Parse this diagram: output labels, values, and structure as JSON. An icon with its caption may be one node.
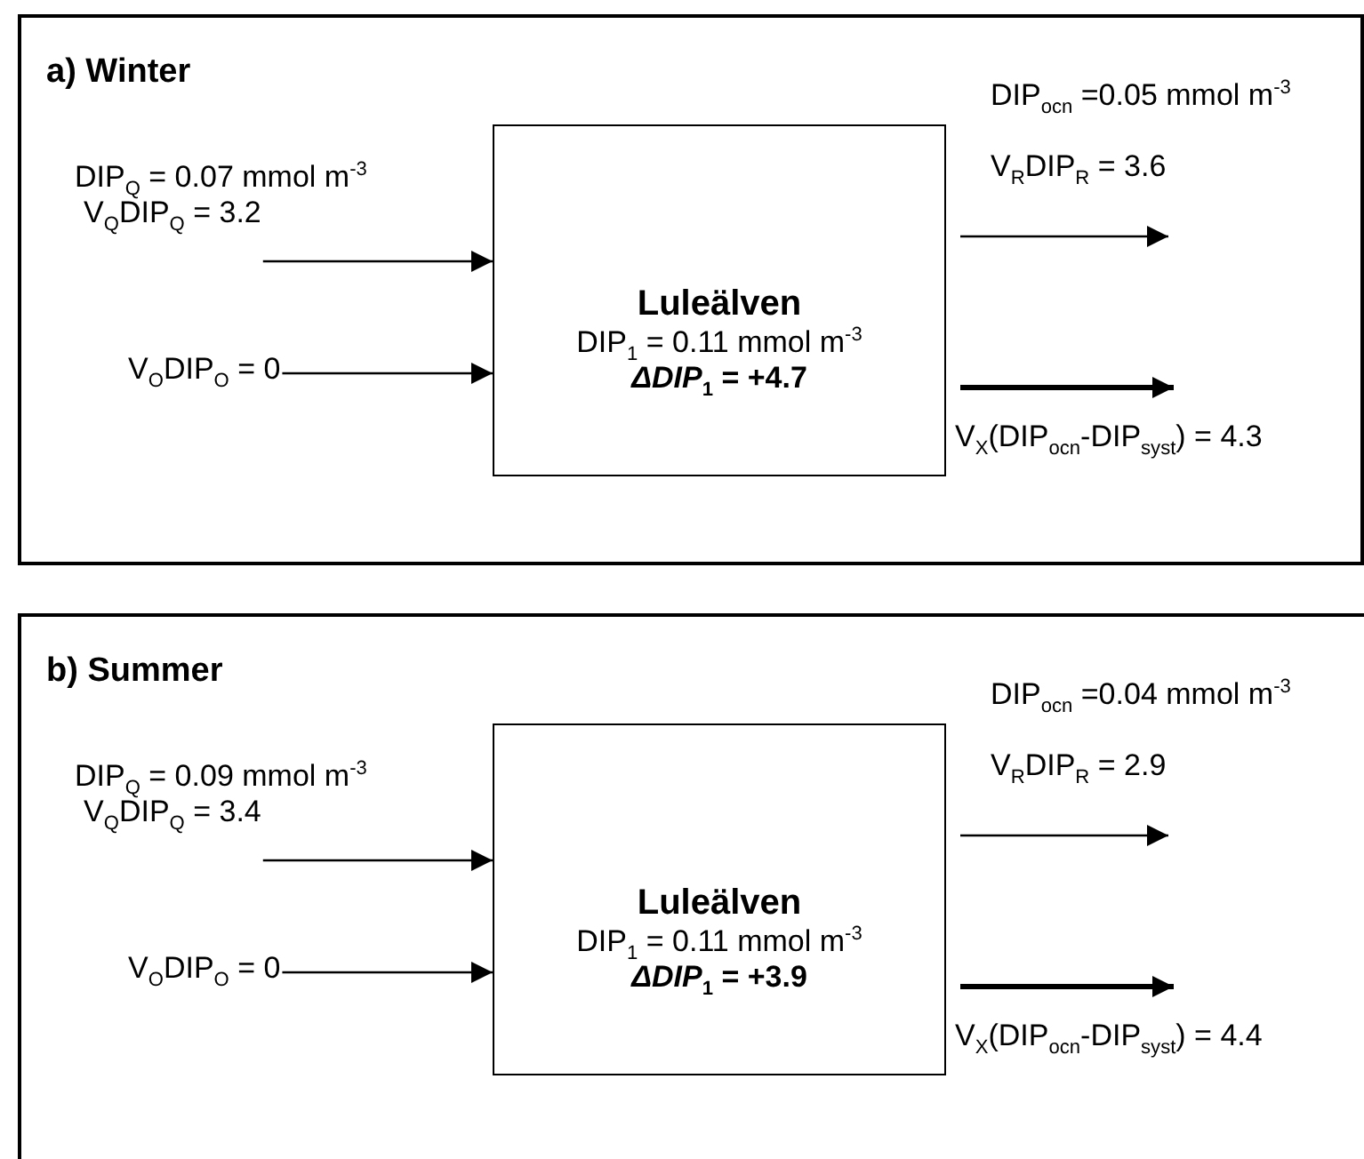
{
  "diagram": {
    "nodes": [
      {
        "text": [
          "a) Winter"
        ]
      },
      {
        "text": [
          "V$_{Q}$DIP$_{Q}$ = 3.2"
        ],
        "in": 0
      },
      {
        "text": [
          "V$_{O}$DIP$_{O}$ = 0"
        ],
        "in": 0
      },
      {
        "text": [
          "Luleälven",
          "DIP$_{1}$ = 0.11 mmol m$^{-3}$",
          "*ΔDIP*$_{1}$ = +4.7"
        ],
        "in": 0
      },
      {
        "text": [
          "b) Summer"
        ]
      },
      {
        "text": [
          "V$_{Q}$DIP$_{Q}$ = 3.4"
        ],
        "in": 4
      },
      {
        "text": [
          "V$_{O}$DIP$_{O}$ = 0"
        ],
        "in": 4
      },
      {
        "text": [
          "Luleälven",
          "DIP$_{1}$ = 0.11 mmol m$^{-3}$",
          "*ΔDIP*$_{1}$ = +3.9"
        ],
        "in": 4
      }
    ],
    "edges": [
      {
        "from": 1,
        "to": 3,
        "arrow": "to"
      },
      {
        "from": 2,
        "to": 3,
        "arrow": "to"
      },
      {
        "from": 3,
        "to": null,
        "arrow": "to",
        "label": "V$_{R}$DIP$_{R}$ = 3.6"
      },
      {
        "from": 3,
        "to": null,
        "arrow": "to",
        "style": "thick",
        "label": "V$_{X}$(DIP$_{ocn}$-DIP$_{syst}$) = 4.3"
      },
      {
        "from": 5,
        "to": 7,
        "arrow": "to"
      },
      {
        "from": 6,
        "to": 7,
        "arrow": "to"
      },
      {
        "from": 7,
        "to": null,
        "arrow": "to",
        "label": "V$_{R}$DIP$_{R}$ = 2.9"
      },
      {
        "from": 7,
        "to": null,
        "arrow": "to",
        "style": "thick",
        "label": "V$_{X}$(DIP$_{ocn}$-DIP$_{syst}$) = 4.4"
      }
    ],
    "labels": [
      "DIP$_{ocn}$ =0.05 mmol m$^{-3}$",
      "DIP$_{Q}$ = 0.07 mmol m$^{-3}$",
      "DIP$_{ocn}$ =0.04 mmol m$^{-3}$",
      "DIP$_{Q}$ = 0.09 mmol m$^{-3}$"
    ]
  }
}
